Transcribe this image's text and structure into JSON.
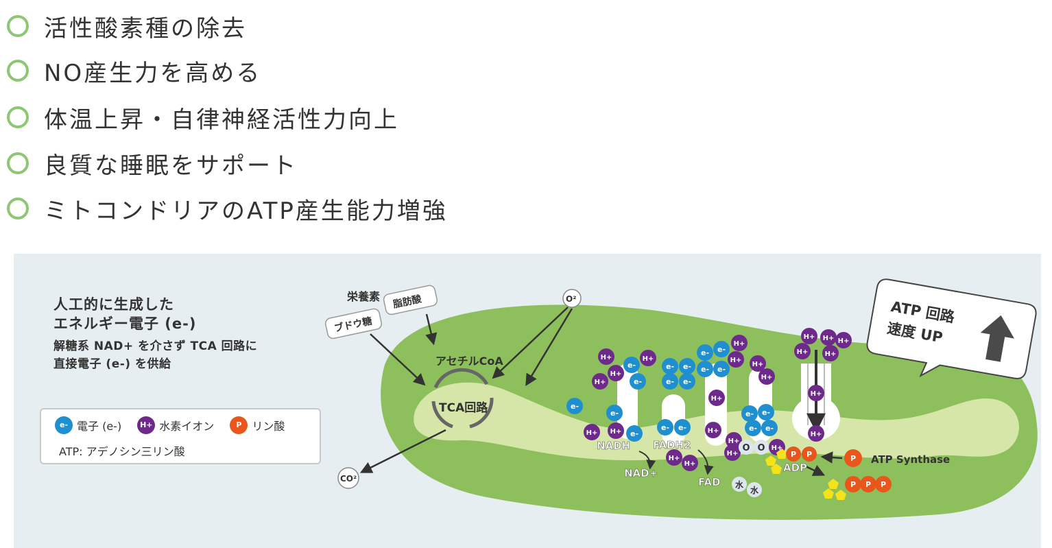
{
  "benefits": [
    {
      "label": "活性酸素種の除去"
    },
    {
      "label": "NO産生力を高める"
    },
    {
      "label": "体温上昇・自律神経活性力向上"
    },
    {
      "label": "良質な睡眠をサポート"
    },
    {
      "label": "ミトコンドリアのATP産生能力増強"
    }
  ],
  "intro": {
    "title_line1": "人工的に生成した",
    "title_line2": "エネルギー電子 (e-)",
    "desc_line1": "解糖系 NAD+ を介さず TCA 回路に",
    "desc_line2": "直接電子 (e-) を供給"
  },
  "legend": {
    "electron_symbol": "e-",
    "electron_label": "電子 (e-)",
    "hydrogen_symbol": "H+",
    "hydrogen_label": "水素イオン",
    "phosphate_symbol": "P",
    "phosphate_label": "リン酸",
    "atp_note": "ATP: アデノシン三リン酸"
  },
  "diagram": {
    "nutrients": "栄養素",
    "glucose": "ブドウ糖",
    "fatty_acid": "脂肪酸",
    "acetyl_coa": "アセチルCoA",
    "tca_cycle": "TCA回路",
    "o2": "O²",
    "co2": "CO²",
    "nadh": "NADH",
    "nad_plus": "NAD+",
    "fadh2": "FADH2",
    "fad": "FAD",
    "adp": "ADP",
    "atp_synthase": "ATP Synthase",
    "water": "水",
    "oxygen_atom": "O",
    "callout_line1": "ATP 回路",
    "callout_line2": "速度 UP"
  },
  "colors": {
    "check_circle": "#8dc774",
    "diagram_bg": "#e6eef1",
    "matrix": "#8dc05c",
    "inner_band": "#d5e6a8",
    "electron": "#1f8fcf",
    "hydrogen": "#6d2a8a",
    "phosphate": "#e8561c",
    "yellow": "#f4e21a"
  }
}
